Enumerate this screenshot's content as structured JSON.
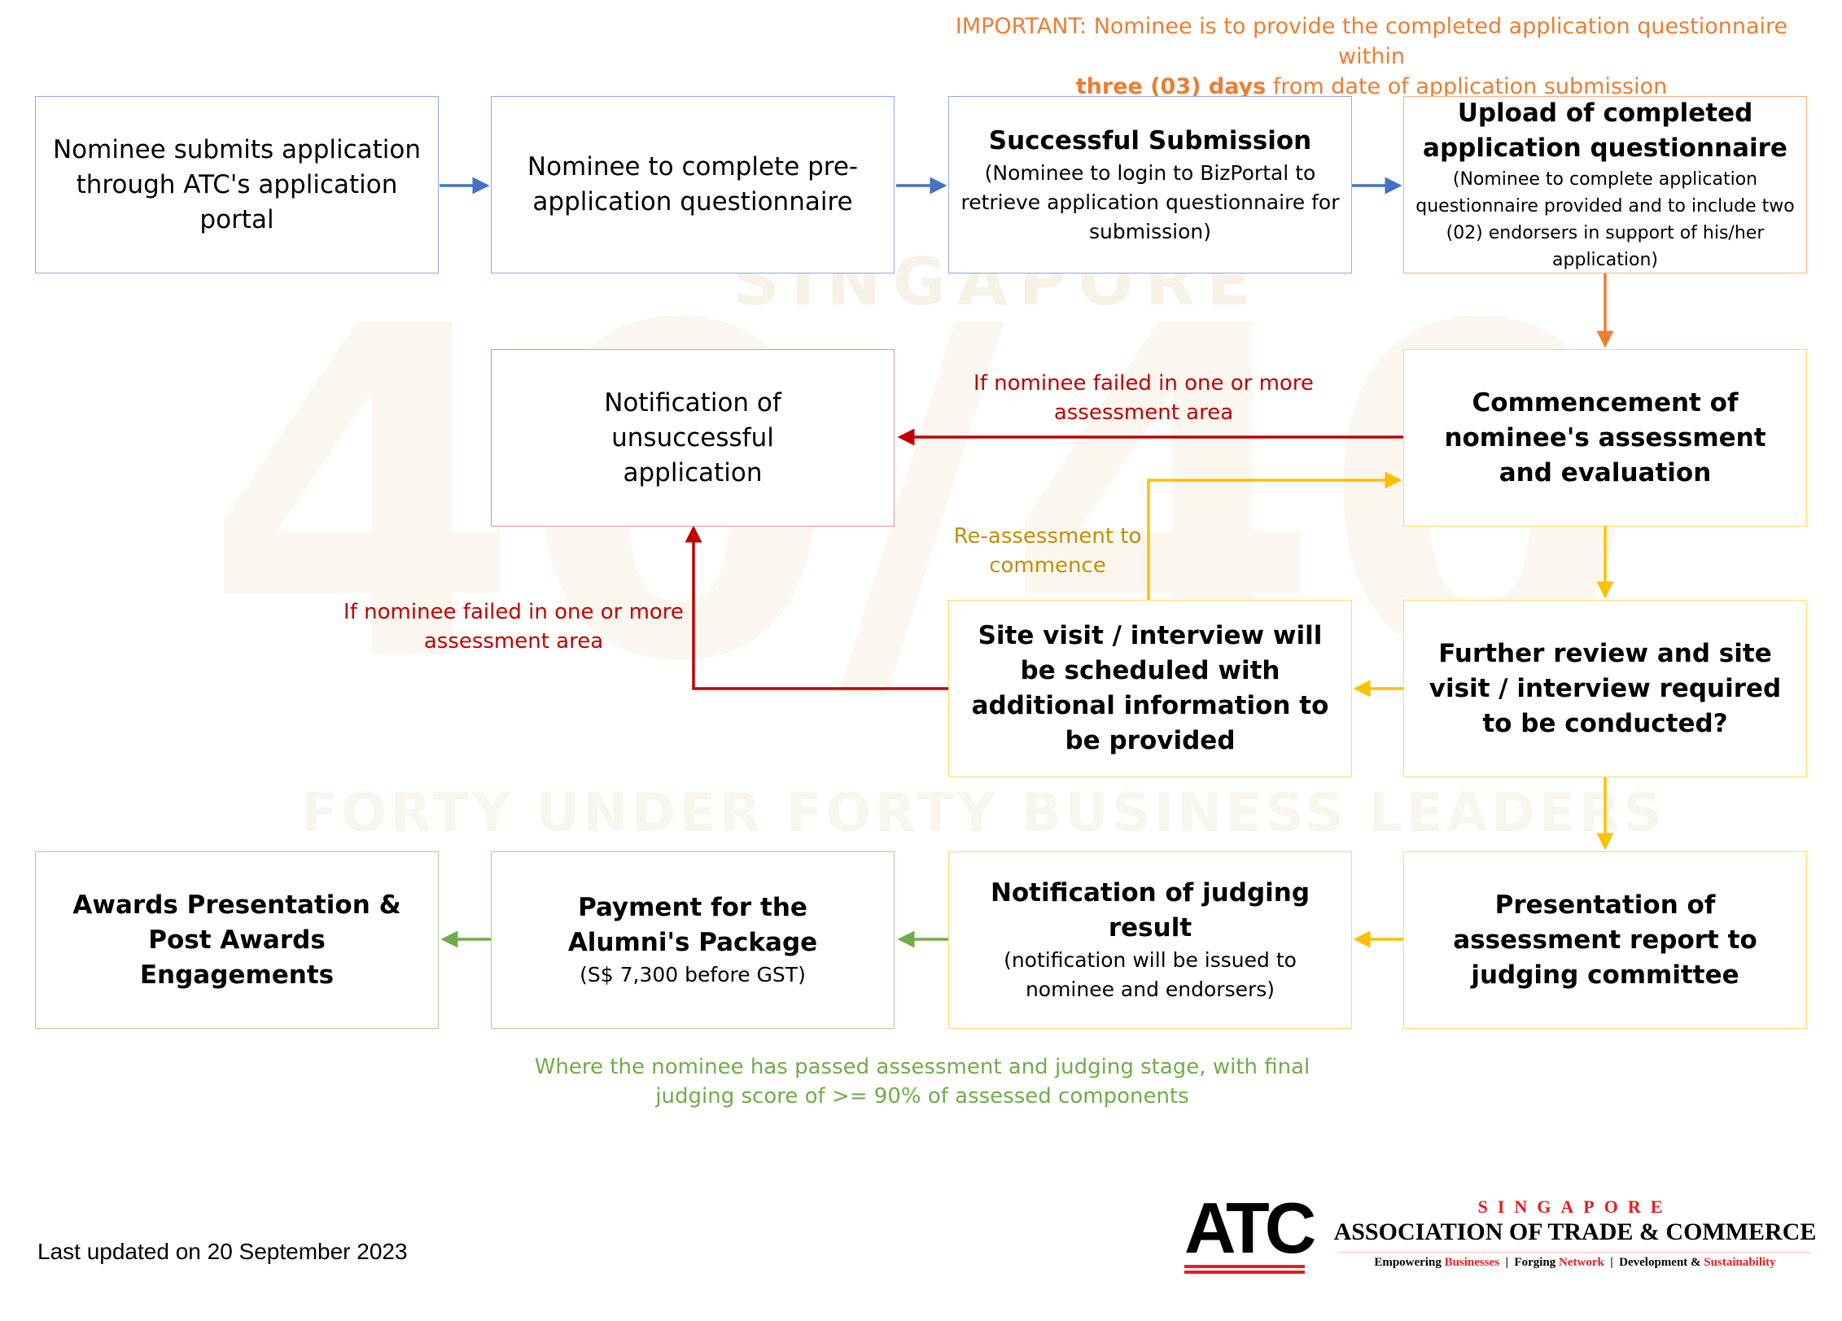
{
  "watermark": {
    "big": "40/40",
    "top": "SINGAPORE",
    "bottom": "FORTY UNDER FORTY BUSINESS LEADERS"
  },
  "important": {
    "line1": "IMPORTANT: Nominee is to provide the completed application questionnaire within",
    "bold": "three (03) days",
    "rest": " from date of application submission"
  },
  "steps": {
    "submit": {
      "title": "Nominee submits application through ATC's application portal"
    },
    "preapp": {
      "title": "Nominee to complete pre-application questionnaire"
    },
    "success": {
      "title": "Successful Submission",
      "detail": "(Nominee to login to BizPortal to retrieve application questionnaire for submission)"
    },
    "upload": {
      "title": "Upload of completed application questionnaire",
      "detail": "(Nominee to complete application questionnaire provided and to include two (02) endorsers in support of his/her application)"
    },
    "unsuccessful": {
      "title": "Notification of unsuccessful application"
    },
    "commence": {
      "title": "Commencement of nominee's assessment and evaluation"
    },
    "sitevisit": {
      "title": "Site visit / interview will be scheduled with additional information to be provided"
    },
    "further": {
      "title": "Further review and site visit / interview required to be conducted?"
    },
    "awards": {
      "title": "Awards Presentation & Post Awards Engagements"
    },
    "payment": {
      "title": "Payment for the Alumni's Package",
      "detail": "(S$ 7,300 before GST)"
    },
    "judging": {
      "title": "Notification of judging result",
      "detail": "(notification will be issued to nominee and endorsers)"
    },
    "presentation": {
      "title": "Presentation of assessment report to judging committee"
    }
  },
  "labels": {
    "failed1": "If nominee failed in one or more assessment area",
    "reassess": "Re-assessment to commence",
    "failed2": "If nominee failed in one or more assessment area",
    "passed": "Where the nominee has passed assessment and judging stage, with final judging score of >= 90% of assessed components"
  },
  "footer": {
    "updated": "Last updated on 20 September 2023"
  },
  "logo": {
    "mark": "ATC",
    "country": "SINGAPORE",
    "name": "ASSOCIATION OF TRADE & COMMERCE",
    "tag1a": "Empowering ",
    "tag1b": "Businesses",
    "tag2a": "Forging ",
    "tag2b": "Network",
    "tag3a": "Development & ",
    "tag3b": "Sustainability",
    "sep": "|"
  },
  "colors": {
    "blue": "#4472c4",
    "orange": "#ed7d31",
    "red": "#c00000",
    "yellow": "#ffc000",
    "green": "#70ad47",
    "reassess": "#bf9000"
  }
}
